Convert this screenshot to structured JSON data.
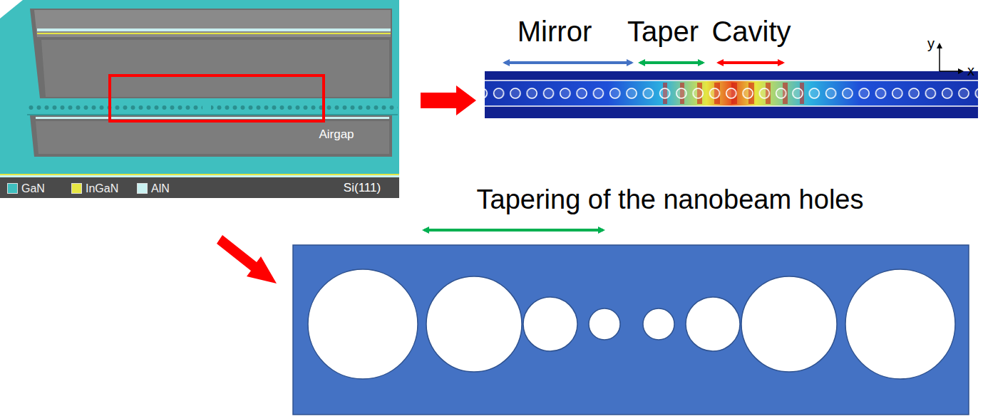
{
  "diagram": {
    "labels": [
      "Airgap",
      "Si(111)",
      "Mirror",
      "Taper",
      "Cavity",
      "y",
      "x",
      "Tapering of the nanobeam holes"
    ],
    "legend": [
      {
        "text": "GaN",
        "color": "#3fbfbf"
      },
      {
        "text": "InGaN",
        "color": "#e6e645"
      },
      {
        "text": "AlN",
        "color": "#c9f1f1"
      }
    ]
  }
}
